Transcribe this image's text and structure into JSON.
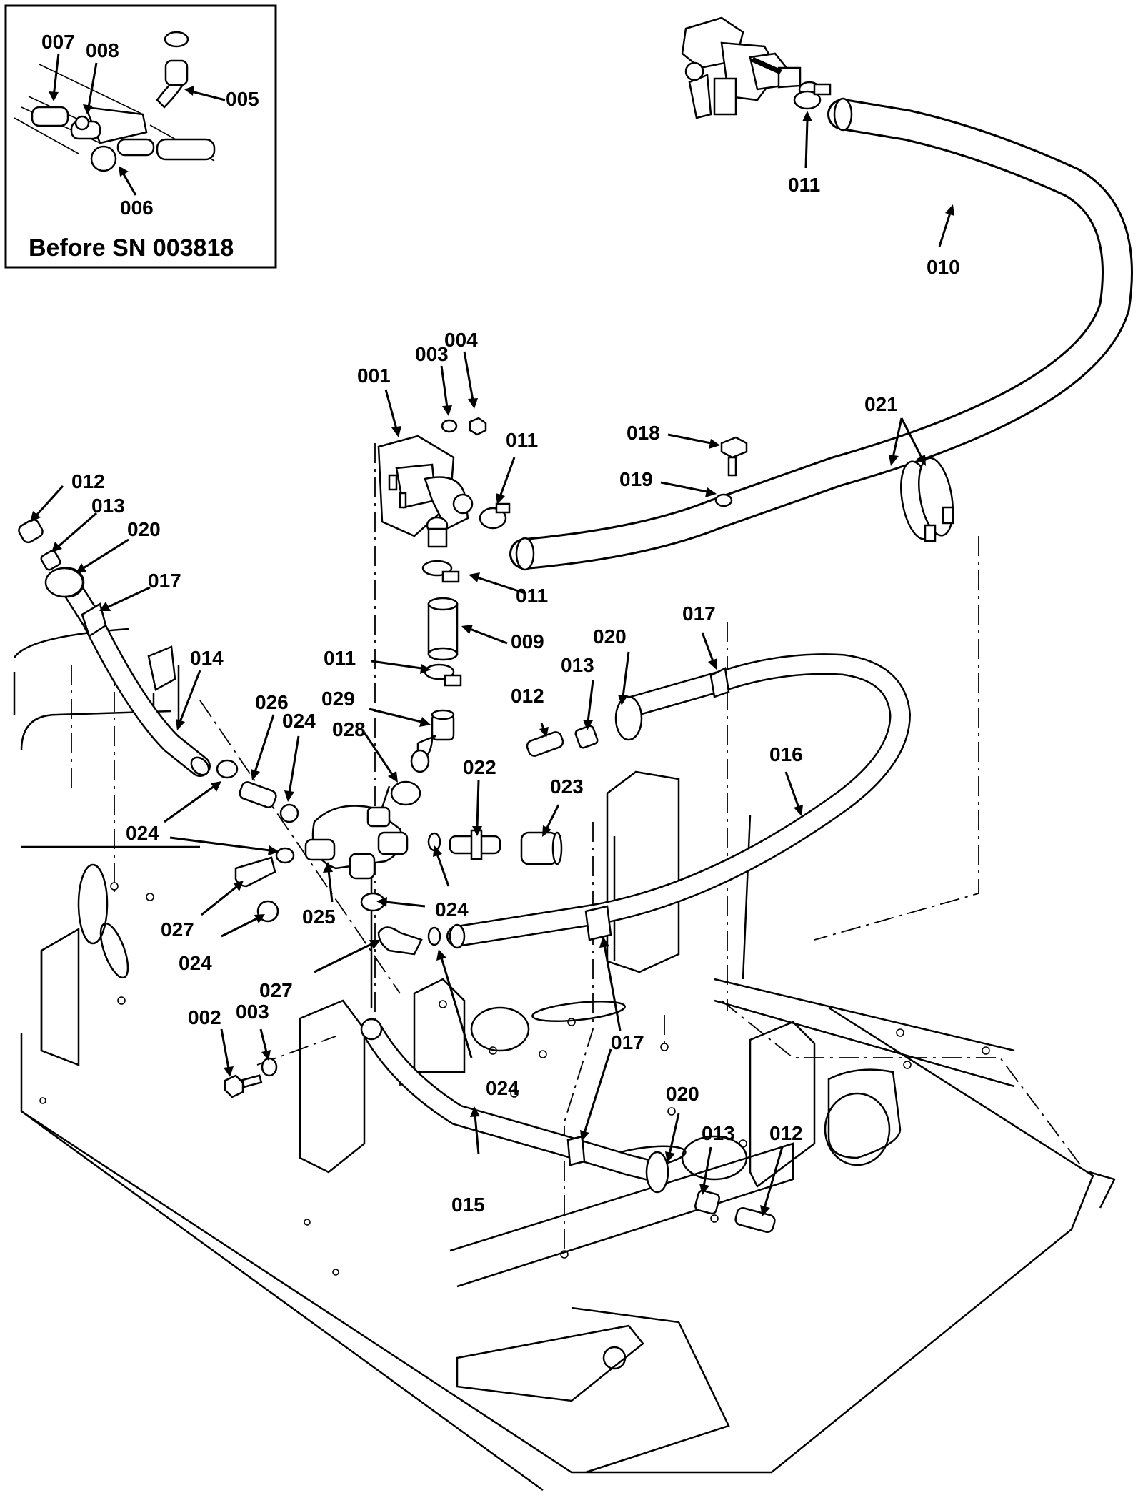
{
  "inset": {
    "caption": "Before SN 003818",
    "callouts": [
      "007",
      "008",
      "005",
      "006"
    ]
  },
  "callouts": {
    "c001": "001",
    "c002": "002",
    "c003_top": "003",
    "c003_bottom": "003",
    "c004": "004",
    "c009": "009",
    "c010": "010",
    "c011_top": "011",
    "c011_valve": "011",
    "c011_elbow": "011",
    "c011_hose": "011",
    "c012_left": "012",
    "c012_mid": "012",
    "c012_right": "012",
    "c013_left": "013",
    "c013_mid": "013",
    "c013_right": "013",
    "c014": "014",
    "c015": "015",
    "c016": "016",
    "c017_left": "017",
    "c017_mid": "017",
    "c017_bottom": "017",
    "c018": "018",
    "c019": "019",
    "c020_left": "020",
    "c020_mid": "020",
    "c020_right": "020",
    "c021": "021",
    "c022": "022",
    "c023": "023",
    "c024_a": "024",
    "c024_b": "024",
    "c024_c": "024",
    "c024_d": "024",
    "c024_e": "024",
    "c024_f": "024",
    "c025": "025",
    "c026": "026",
    "c027_a": "027",
    "c027_b": "027",
    "c028": "028",
    "c029": "029"
  }
}
